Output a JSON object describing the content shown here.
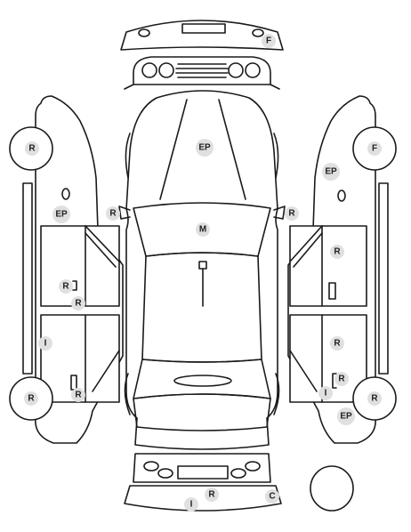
{
  "diagram": {
    "colors": {
      "line": "#1a1a1a",
      "badge_fill": "#e0e0e0",
      "badge_text": "#222222"
    },
    "markers": [
      {
        "id": "front-bumper-f",
        "code": "F"
      },
      {
        "id": "hood-ep",
        "code": "EP"
      },
      {
        "id": "left-mirror-r",
        "code": "R"
      },
      {
        "id": "right-mirror-r",
        "code": "R"
      },
      {
        "id": "roof-m",
        "code": "M"
      },
      {
        "id": "lf-wheel-r",
        "code": "R"
      },
      {
        "id": "lf-fender-ep",
        "code": "EP"
      },
      {
        "id": "l-front-door-r1",
        "code": "R"
      },
      {
        "id": "l-front-door-r2",
        "code": "R"
      },
      {
        "id": "l-rocker-i",
        "code": "I"
      },
      {
        "id": "l-rear-door-r",
        "code": "R"
      },
      {
        "id": "lr-wheel-r",
        "code": "R"
      },
      {
        "id": "rf-wheel-f",
        "code": "F"
      },
      {
        "id": "rf-fender-ep",
        "code": "EP"
      },
      {
        "id": "r-front-door-r",
        "code": "R"
      },
      {
        "id": "r-rear-door-r1",
        "code": "R"
      },
      {
        "id": "r-rear-door-r2",
        "code": "R"
      },
      {
        "id": "r-rocker-i",
        "code": "I"
      },
      {
        "id": "rr-wheel-r",
        "code": "R"
      },
      {
        "id": "rr-quarter-ep",
        "code": "EP"
      },
      {
        "id": "rear-bumper-r",
        "code": "R"
      },
      {
        "id": "rear-bumper-i",
        "code": "I"
      },
      {
        "id": "rear-bumper-c",
        "code": "C"
      }
    ]
  }
}
